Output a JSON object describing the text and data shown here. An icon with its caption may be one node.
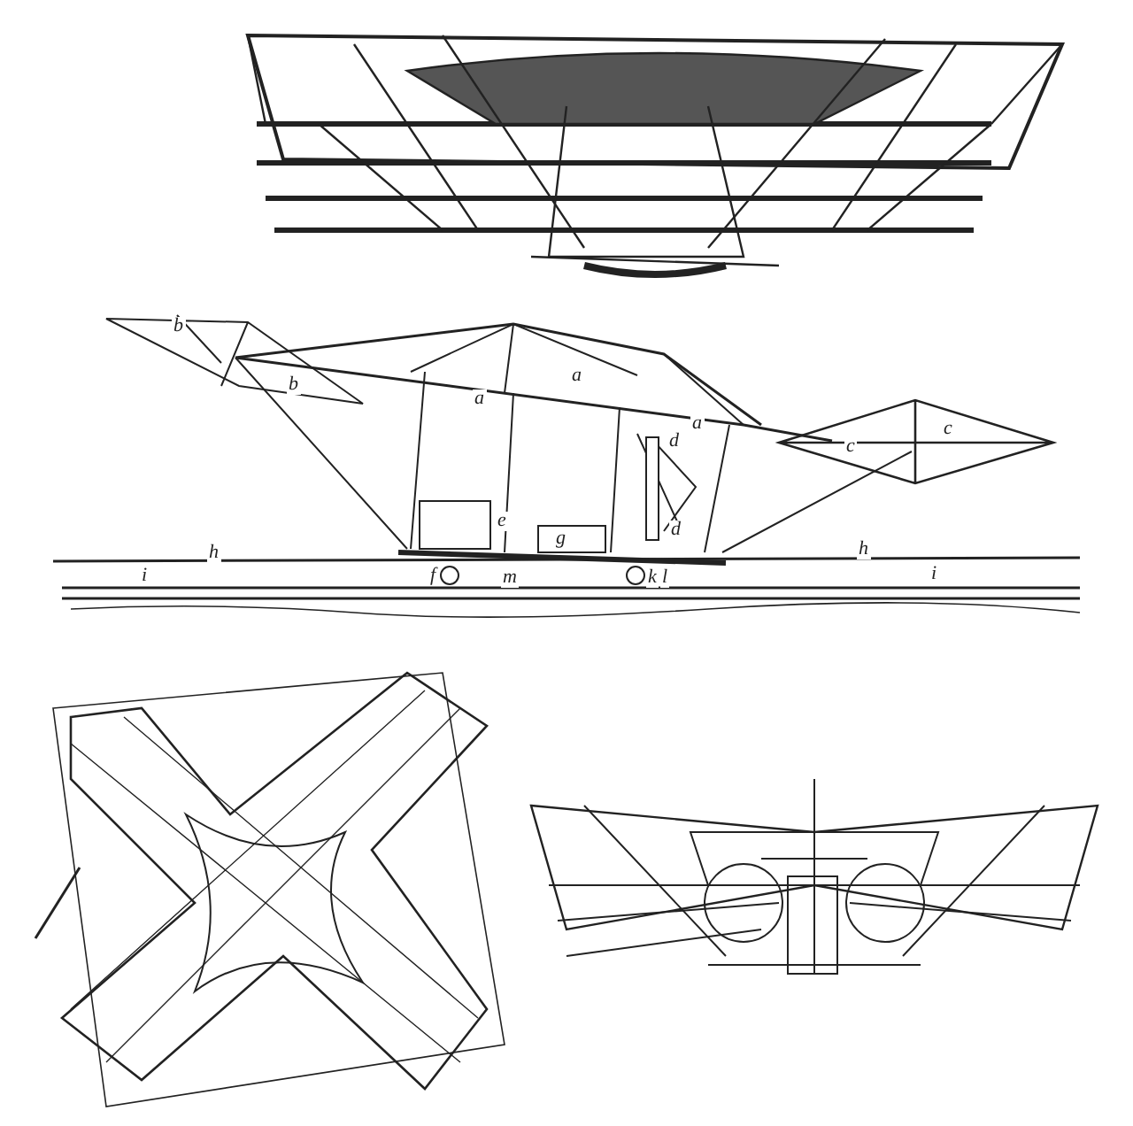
{
  "diagram": {
    "labels": [
      "b",
      "b",
      "a",
      "a",
      "a",
      "d",
      "c",
      "c",
      "e",
      "g",
      "d",
      "h",
      "h",
      "i",
      "i",
      "f",
      "m",
      "k",
      "l"
    ]
  }
}
